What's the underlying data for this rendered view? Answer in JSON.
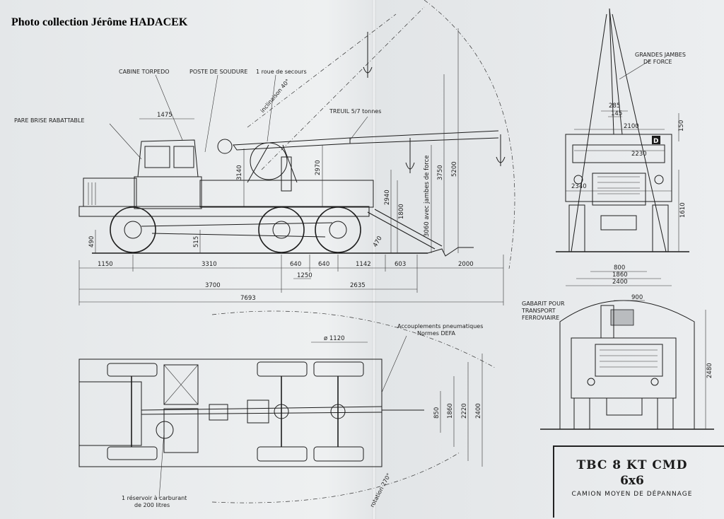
{
  "credit": "Photo collection Jérôme HADACEK",
  "title": {
    "model": "TBC 8 KT CMD",
    "drive": "6x6",
    "subtitle": "CAMION MOYEN DE DÉPANNAGE"
  },
  "side_view_labels": {
    "cabine": "CABINE TORPEDO",
    "soudure": "POSTE DE SOUDURE",
    "roue": "1 roue de secours",
    "pare_brise": "PARE BRISE RABATTABLE",
    "inclinaison": "inclinaison 40°",
    "treuil": "TREUIL 5/7 tonnes",
    "jambes": "3060 avec jambes de force"
  },
  "front_view_labels": {
    "grandes_jambes_1": "GRANDES JAMBES",
    "grandes_jambes_2": "DE FORCE",
    "badge": "D"
  },
  "rear_view_labels": {
    "gabarit_1": "GABARIT POUR",
    "gabarit_2": "TRANSPORT",
    "gabarit_3": "FERROVIAIRE"
  },
  "top_view_labels": {
    "accouplements_1": "Accouplements pneumatiques",
    "accouplements_2": "Normes DEFA",
    "reservoir_1": "1 réservoir à carburant",
    "reservoir_2": "de 200 litres",
    "rotation": "rotation 270°",
    "diam": "ø 1120"
  },
  "dimensions": {
    "d1475": "1475",
    "d3140": "3140",
    "d2970": "2970",
    "d2940": "2940",
    "d1800": "1800",
    "d3750": "3750",
    "d5200": "5200",
    "d490": "490",
    "d515": "515",
    "d470": "470",
    "d1150": "1150",
    "d3310": "3310",
    "d640a": "640",
    "d640b": "640",
    "d1142": "1142",
    "d603": "603",
    "d2000": "2000",
    "d1250": "1250",
    "d3700": "3700",
    "d2635": "2635",
    "d7693": "7693",
    "d285": "285",
    "d145": "145",
    "d2100": "2100",
    "d150": "150",
    "d2230": "2230",
    "d2340": "2340",
    "d1610": "1610",
    "d800": "800",
    "d1860f": "1860",
    "d2400f": "2400",
    "d900": "900",
    "d2480": "2480",
    "d850": "850",
    "d1860t": "1860",
    "d2220": "2220",
    "d2400t": "2400"
  }
}
